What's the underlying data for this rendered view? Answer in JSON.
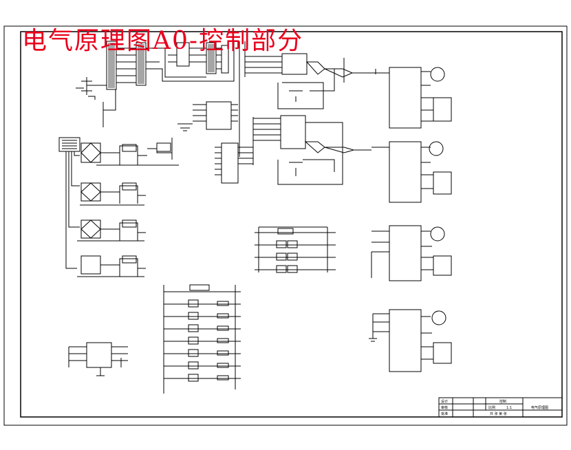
{
  "title": "电气原理图A0-控制部分",
  "colors": {
    "title_red": "#e8001c",
    "line": "#000000",
    "paper": "#ffffff"
  },
  "title_block": {
    "label_left_1": "设计",
    "label_left_2": "审核",
    "label_left_3": "批准",
    "scale_label": "比例",
    "scale_value": "1:1",
    "drawing_name": "电气原理图",
    "sheet_info": "共 张 第 张",
    "material": "控制"
  }
}
